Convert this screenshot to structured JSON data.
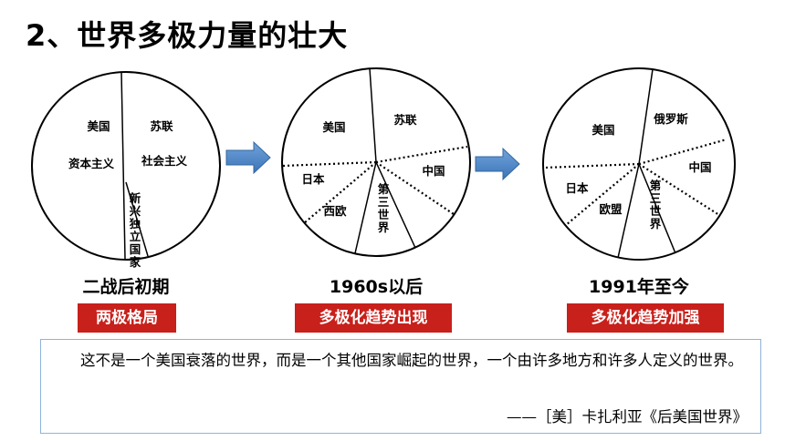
{
  "title": "2、世界多极力量的壮大",
  "diagrams": [
    {
      "labels": {
        "usa": "美国",
        "ussr": "苏联",
        "capitalism": "资本主义",
        "socialism": "社会主义",
        "new_states": "新兴独立国家"
      },
      "period": "二战后初期",
      "badge": "两极格局"
    },
    {
      "labels": {
        "usa": "美国",
        "ussr": "苏联",
        "japan": "日本",
        "china": "中国",
        "west_europe": "西欧",
        "third_world": "第三世界"
      },
      "period": "1960s以后",
      "badge": "多极化趋势出现"
    },
    {
      "labels": {
        "usa": "美国",
        "russia": "俄罗斯",
        "japan": "日本",
        "china": "中国",
        "eu": "欧盟",
        "third_world": "第三世界"
      },
      "period": "1991年至今",
      "badge": "多极化趋势加强"
    }
  ],
  "arrow_color": "#4a86c8",
  "badge_color": "#c8201b",
  "quote": {
    "text": "这不是一个美国衰落的世界，而是一个其他国家崛起的世界，一个由许多地方和许多人定义的世界。",
    "source": "——［美］卡扎利亚《后美国世界》"
  }
}
